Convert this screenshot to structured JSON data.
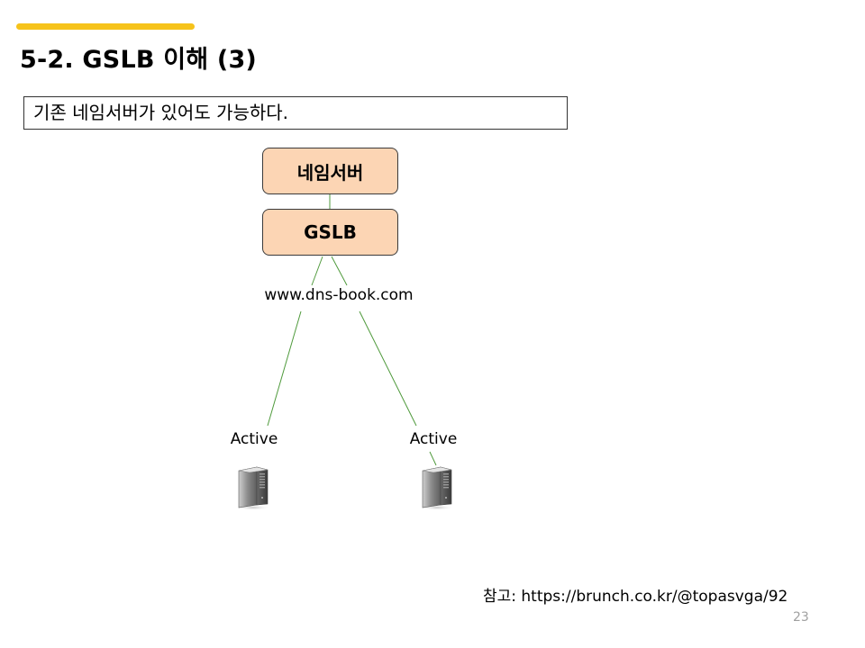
{
  "slide": {
    "title": "5-2. GSLB 이해 (3)",
    "callout": "기존 네임서버가 있어도 가능하다.",
    "page_number": "23",
    "reference": "참고: https://brunch.co.kr/@topasvga/92"
  },
  "diagram": {
    "nodes": {
      "nameserver": "네임서버",
      "gslb": "GSLB",
      "domain": "www.dns-book.com",
      "server_left": "Active",
      "server_right": "Active"
    },
    "edges": [
      {
        "from": "nameserver",
        "to": "gslb"
      },
      {
        "from": "gslb",
        "to": "server_left"
      },
      {
        "from": "gslb",
        "to": "server_right"
      }
    ]
  },
  "colors": {
    "accent": "#f6c31b",
    "node_fill": "#fcd5b4",
    "connector": "#4f9a3c",
    "page_number": "#a0a0a0"
  },
  "icons": {
    "server": "server-tower-icon"
  }
}
